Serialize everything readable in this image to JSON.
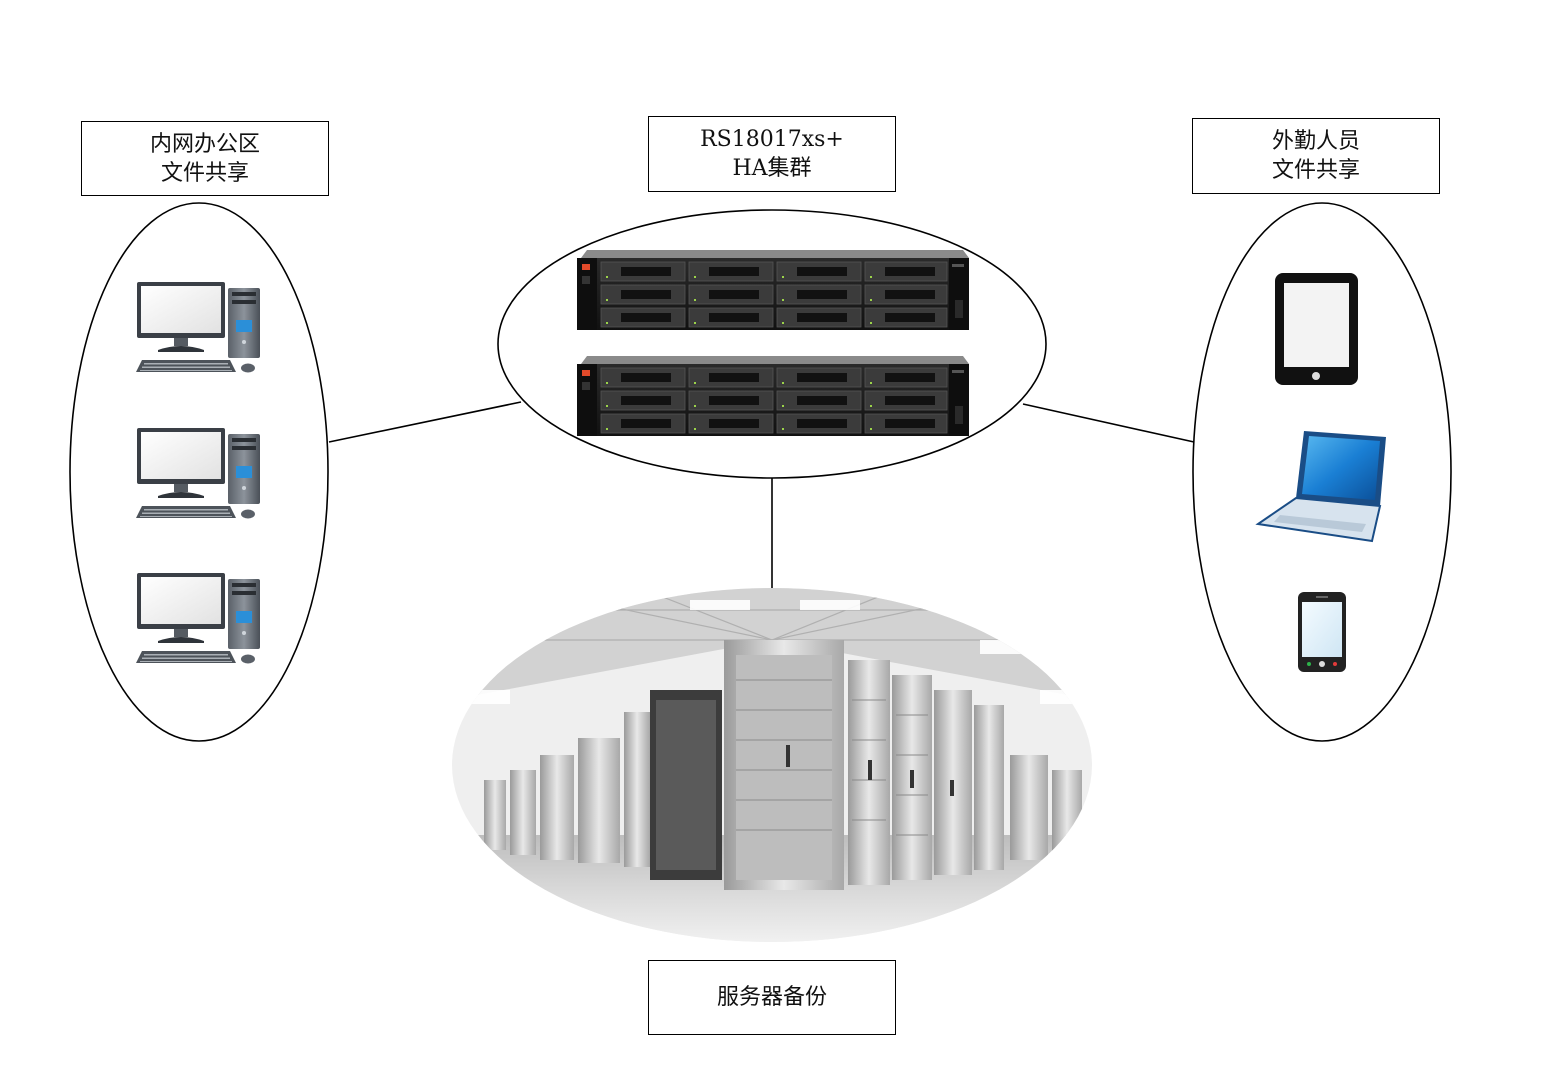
{
  "left_group": {
    "line1": "内网办公区",
    "line2": "文件共享",
    "device_count": 3,
    "device_icon": "desktop-computer-icon"
  },
  "center_group": {
    "line1": "RS18017xs+",
    "line2": "HA集群",
    "device_count": 2,
    "device_icon": "rack-nas-server-icon"
  },
  "right_group": {
    "line1": "外勤人员",
    "line2": "文件共享",
    "devices": [
      "tablet-icon",
      "laptop-icon",
      "smartphone-icon"
    ]
  },
  "bottom_group": {
    "label": "服务器备份",
    "image": "data-center-server-room"
  },
  "colors": {
    "line": "#000000",
    "screen_blue": "#1a7fd4",
    "rack_dark": "#1c1c1c",
    "room_gray": "#c8c8c8"
  }
}
